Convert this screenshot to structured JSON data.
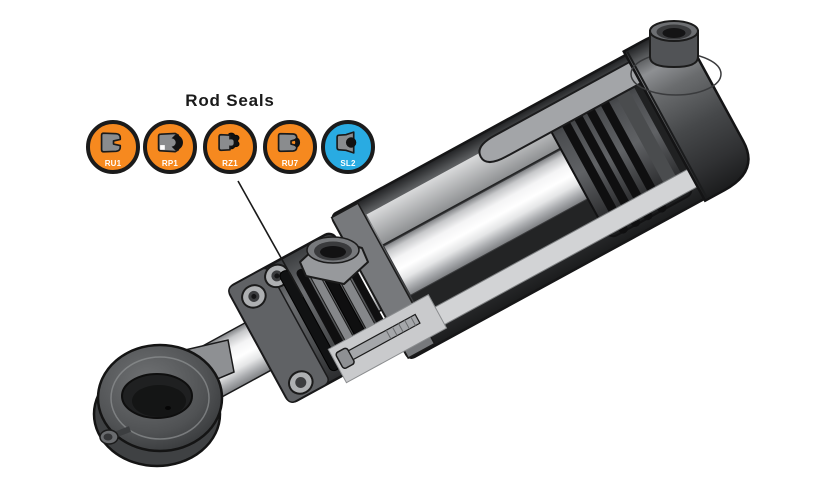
{
  "title": "Rod Seals",
  "badges": [
    {
      "id": "RU1",
      "color": "#F6891F"
    },
    {
      "id": "RP1",
      "color": "#F6891F"
    },
    {
      "id": "RZ1",
      "color": "#F6891F"
    },
    {
      "id": "RU7",
      "color": "#F6891F"
    },
    {
      "id": "SL2",
      "color": "#29ABE2"
    }
  ],
  "colors": {
    "badge_ring": "#1B1B1B",
    "seal_profile_gray": "#8A8C8E",
    "badge_label_text": "#FFFFFF",
    "title_text": "#1A1A1A",
    "background": "#FFFFFF"
  },
  "illustration": {
    "name": "hydraulic-cylinder-rod-seals-cutaway"
  }
}
